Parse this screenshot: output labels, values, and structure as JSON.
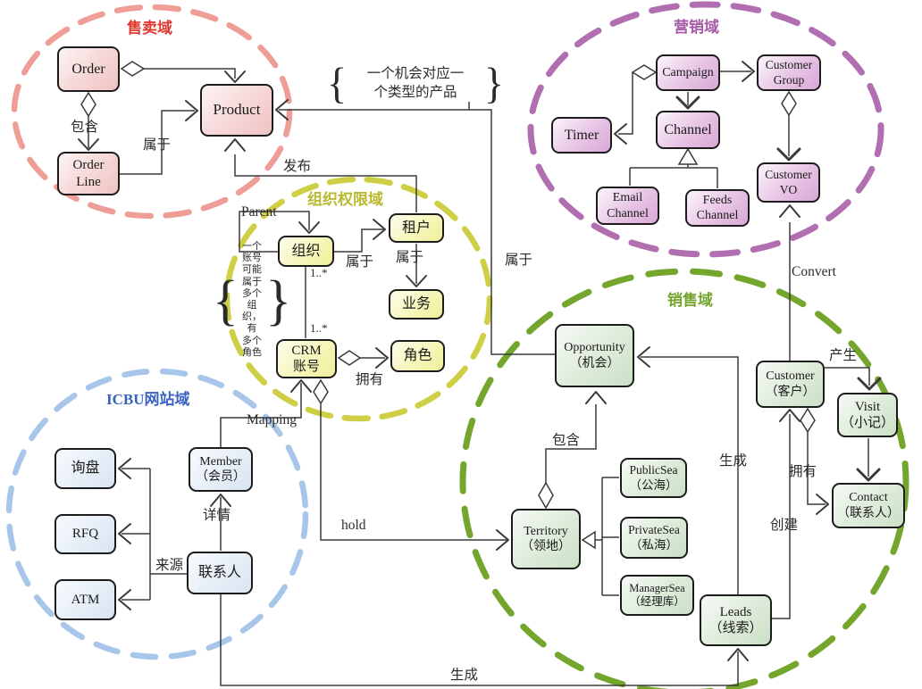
{
  "domains": {
    "sell": {
      "label": "售卖域"
    },
    "marketing": {
      "label": "营销域"
    },
    "org": {
      "label": "组织权限域"
    },
    "icbu": {
      "label": "ICBU网站域"
    },
    "sales": {
      "label": "销售域"
    }
  },
  "entities": {
    "order": {
      "label": "Order"
    },
    "product": {
      "label": "Product"
    },
    "order_line": {
      "label": "Order\nLine"
    },
    "campaign": {
      "label": "Campaign"
    },
    "customer_group": {
      "label": "Customer\nGroup"
    },
    "timer": {
      "label": "Timer"
    },
    "channel": {
      "label": "Channel"
    },
    "email_channel": {
      "label": "Email\nChannel"
    },
    "feeds_channel": {
      "label": "Feeds\nChannel"
    },
    "customer_vo": {
      "label": "Customer\nVO"
    },
    "org_unit": {
      "label": "组织"
    },
    "tenant": {
      "label": "租户"
    },
    "business": {
      "label": "业务"
    },
    "crm_account": {
      "label": "CRM\n账号"
    },
    "role": {
      "label": "角色"
    },
    "inquiry": {
      "label": "询盘"
    },
    "rfq": {
      "label": "RFQ"
    },
    "atm": {
      "label": "ATM"
    },
    "member": {
      "label": "Member\n（会员）"
    },
    "contact_icbu": {
      "label": "联系人"
    },
    "opportunity": {
      "label": "Opportunity\n（机会）"
    },
    "territory": {
      "label": "Territory\n（领地）"
    },
    "public_sea": {
      "label": "PublicSea\n（公海）"
    },
    "private_sea": {
      "label": "PrivateSea\n（私海）"
    },
    "manager_sea": {
      "label": "ManagerSea\n（经理库）"
    },
    "leads": {
      "label": "Leads\n（线索）"
    },
    "customer": {
      "label": "Customer\n（客户）"
    },
    "visit": {
      "label": "Visit\n（小记）"
    },
    "contact": {
      "label": "Contact\n（联系人）"
    }
  },
  "edge_labels": {
    "contains_order": "包含",
    "belongs_orderline_product": "属于",
    "publish": "发布",
    "parent": "Parent",
    "belongs_org_tenant": "属于",
    "belongs_tenant_business": "属于",
    "mult_org": "1..*",
    "mult_crm": "1..*",
    "owns_role": "拥有",
    "mapping": "Mapping",
    "detail": "详情",
    "source": "来源",
    "hold": "hold",
    "belongs_opp_product": "属于",
    "convert": "Convert",
    "produce": "产生",
    "contains_territory": "包含",
    "generate_leads_opp": "生成",
    "owns_contact": "拥有",
    "create_contact": "创建",
    "generate_bottom": "生成"
  },
  "notes": {
    "opportunity_note": "一个机会对应一\n个类型的产品",
    "account_note": "一个\n账号可能\n属于多个\n组织，有\n多个角色",
    "brace_left": "{",
    "brace_right": "}"
  },
  "colors": {
    "sell_ellipse": "#ee9d97",
    "sell_title": "#e03a2f",
    "marketing_ellipse": "#b16fb1",
    "marketing_title": "#a75aa7",
    "org_ellipse": "#cfcf45",
    "org_title": "#b9b932",
    "icbu_ellipse": "#a8c6e9",
    "icbu_title": "#3a63c0",
    "sales_ellipse": "#74a52c",
    "sales_title": "#74a52c",
    "box_pink": "#efc3c3",
    "box_purple": "#d9a8d6",
    "box_yellow": "#efef9a",
    "box_blue": "#d9e5f1",
    "box_green": "#cbe0c7",
    "line": "#3a3a3a"
  }
}
